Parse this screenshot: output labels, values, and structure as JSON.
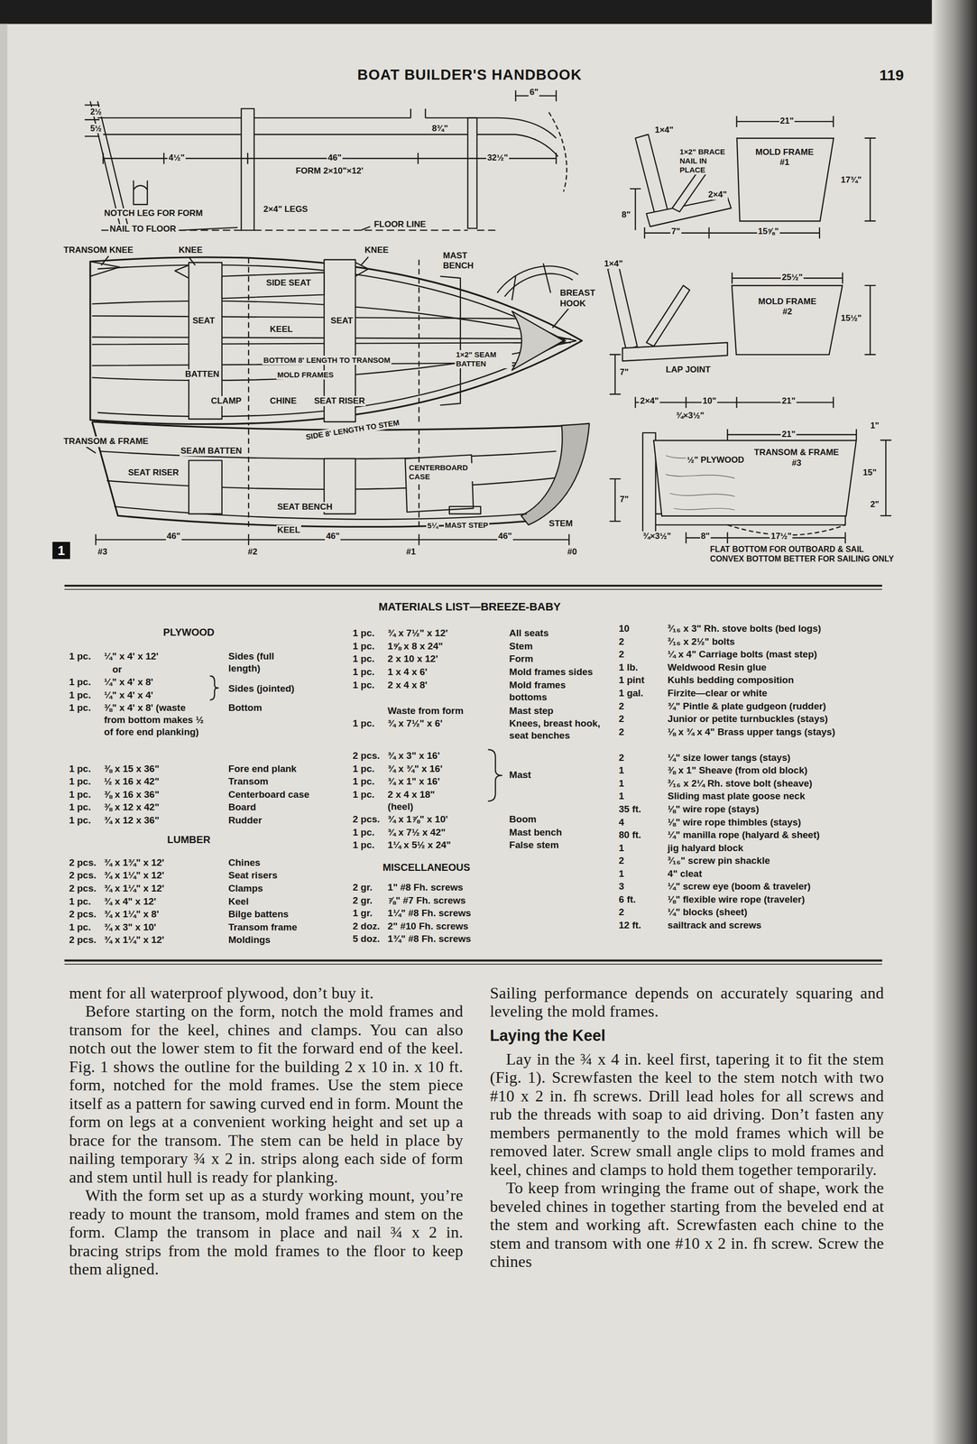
{
  "diagram": {
    "title": "BOAT BUILDER'S HANDBOOK",
    "nodes": [
      {
        "text": [
          "1"
        ]
      },
      {
        "text": [
          "MOLD FRAME #1"
        ]
      },
      {
        "text": [
          "MOLD FRAME #2"
        ]
      },
      {
        "text": [
          "TRANSOM & FRAME #3"
        ]
      }
    ],
    "labels": [
      "119",
      "2½",
      "5½",
      "4½\"",
      "46\"",
      "8¾\"",
      "32½\"",
      "6\"",
      "FORM 2×10\"×12'",
      "NOTCH LEG FOR FORM",
      "2×4\" LEGS",
      "NAIL TO FLOOR",
      "FLOOR LINE",
      "TRANSOM KNEE",
      "KNEE",
      "KNEE",
      "MAST BENCH",
      "SIDE SEAT",
      "SEAT",
      "KEEL",
      "SEAT",
      "BREAST HOOK",
      "BOTTOM 8' LENGTH TO TRANSOM",
      "MOLD FRAMES",
      "1×2\" SEAM BATTEN",
      "BATTEN",
      "CLAMP",
      "CHINE",
      "SEAT RISER",
      "TRANSOM & FRAME",
      "SEAM BATTEN",
      "SIDE 8' LENGTH TO STEM",
      "SEAT RISER",
      "CENTERBOARD CASE",
      "SEAT BENCH",
      "KEEL",
      "5¼",
      "MAST STEP",
      "STEM",
      "46\"",
      "46\"",
      "46\"",
      "#3",
      "#2",
      "#1",
      "#0",
      "21\"",
      "1×4\"",
      "1×2\" BRACE NAIL IN PLACE",
      "17¾\"",
      "2×4\"",
      "8\"",
      "7\"",
      "15⅝\"",
      "25½\"",
      "1×4\"",
      "15½\"",
      "LAP JOINT",
      "7\"",
      "2×4\"",
      "10\"",
      "21\"",
      "¾×3½\"",
      "21\"",
      "1\"",
      "½\" PLYWOOD",
      "15\"",
      "7\"",
      "2\"",
      "¾×3½\"",
      "8\"",
      "17½\"",
      "FLAT BOTTOM FOR OUTBOARD & SAIL CONVEX BOTTOM BETTER FOR SAILING ONLY",
      "MATERIALS LIST—BREEZE-BABY",
      "PLYWOOD",
      "1 pc.",
      "¼\" x 4' x 12'",
      "Sides (full length)",
      "or",
      "1 pc.",
      "¼\" x 4' x 8'",
      "1 pc.",
      "¼\" x 4' x 4'",
      "Sides (jointed)",
      "1 pc.",
      "⅜\" x 4' x 8' (waste from bottom makes ½ of fore end planking)",
      "Bottom",
      "1 pc.",
      "⅜ x 15 x 36\"",
      "Fore end plank",
      "1 pc.",
      "½ x 16 x 42\"",
      "Transom",
      "1 pc.",
      "⅜ x 16 x 36\"",
      "Centerboard case",
      "1 pc.",
      "⅜ x 12 x 42\"",
      "Board",
      "1 pc.",
      "¾ x 12 x 36\"",
      "Rudder",
      "LUMBER",
      "2 pcs.",
      "¾ x 1¾\" x 12'",
      "Chines",
      "2 pcs.",
      "¾ x 1¼\" x 12'",
      "Seat risers",
      "2 pcs.",
      "¾ x 1¼\" x 12'",
      "Clamps",
      "1 pc.",
      "¾ x 4\" x 12'",
      "Keel",
      "2 pcs.",
      "¾ x 1¼\" x 8'",
      "Bilge battens",
      "1 pc.",
      "¾ x 3\" x 10'",
      "Transom frame",
      "2 pcs.",
      "¾ x 1¼\" x 12'",
      "Moldings",
      "1 pc.",
      "¾ x 7½\" x 12'",
      "All seats",
      "1 pc.",
      "1⅝ x 8 x 24\"",
      "Stem",
      "1 pc.",
      "2 x 10 x 12'",
      "Form",
      "1 pc.",
      "1 x 4 x 6'",
      "Mold frames sides",
      "1 pc.",
      "2 x 4 x 8'",
      "Mold frames bottoms",
      "Waste from form",
      "Mast step",
      "1 pc.",
      "¾ x 7½\" x 6'",
      "Knees, breast hook, seat benches",
      "2 pcs.",
      "¾ x 3\" x 16'",
      "1 pc.",
      "¾ x ¾\" x 16'",
      "1 pc.",
      "¾ x 1\" x 16'",
      "Mast",
      "1 pc.",
      "2 x 4 x 18\" (heel)",
      "2 pcs.",
      "¾ x 1⅞\" x 10'",
      "Boom",
      "1 pc.",
      "¾ x 7½ x 42\"",
      "Mast bench",
      "1 pc.",
      "1¼ x 5½ x 24\"",
      "False stem",
      "MISCELLANEOUS",
      "2 gr.",
      "1\" #8 Fh. screws",
      "2 gr.",
      "⅞\" #7 Fh. screws",
      "1 gr.",
      "1¼\" #8 Fh. screws",
      "2 doz.",
      "2\" #10 Fh. screws",
      "5 doz.",
      "1¾\" #8 Fh. screws",
      "10",
      "³⁄₁₆ x 3\" Rh. stove bolts (bed logs)",
      "2",
      "³⁄₁₆ x 2½\" bolts",
      "2",
      "¼ x 4\" Carriage bolts (mast step)",
      "1 lb.",
      "Weldwood Resin glue",
      "1 pint",
      "Kuhls bedding composition",
      "1 gal.",
      "Firzite—clear or white",
      "2",
      "¾\" Pintle & plate gudgeon (rudder)",
      "2",
      "Junior or petite turnbuckles (stays)",
      "2",
      "⅛ x ¾ x 4\" Brass upper tangs (stays)",
      "2",
      "¼\" size lower tangs (stays)",
      "1",
      "⅜ x 1\" Sheave (from old block)",
      "1",
      "³⁄₁₆ x 2¼ Rh. stove bolt (sheave)",
      "1",
      "Sliding mast plate goose neck",
      "35 ft.",
      "⅛\" wire rope (stays)",
      "4",
      "⅛\" wire rope thimbles (stays)",
      "80 ft.",
      "¼\" manilla rope (halyard & sheet)",
      "1",
      "jig halyard block",
      "2",
      "³⁄₁₆\" screw pin shackle",
      "1",
      "4\" cleat",
      "3",
      "¼\" screw eye (boom & traveler)",
      "6 ft.",
      "⅛\" flexible wire rope (traveler)",
      "2",
      "¼\" blocks (sheet)",
      "12 ft.",
      "sailtrack and screws",
      "ment for all waterproof plywood, don’t buy it.",
      "Before starting on the form, notch the mold frames and transom for the keel, chines and clamps. You can also notch out the lower stem to fit the forward end of the keel. Fig. 1 shows the outline for the building 2 x 10 in. x 10 ft. form, notched for the mold frames. Use the stem piece itself as a pattern for sawing curved end in form. Mount the form on legs at a convenient working height and set up a brace for the transom. The stem can be held in place by nailing temporary ¾ x 2 in. strips along each side of form and stem until hull is ready for planking.",
      "With the form set up as a sturdy working mount, you’re ready to mount the transom, mold frames and stem on the form. Clamp the transom in place and nail ¾ x 2 in. bracing strips from the mold frames to the floor to keep them aligned.",
      "Sailing performance depends on accurately squaring and leveling the mold frames.",
      "Laying the Keel",
      "Lay in the ¾ x 4 in. keel first, tapering it to fit the stem (Fig. 1). Screwfasten the keel to the stem notch with two #10 x 2 in. fh screws. Drill lead holes for all screws and rub the threads with soap to aid driving. Don’t fasten any members permanently to the mold frames which will be removed later. Screw small angle clips to mold frames and keel, chines and clamps to hold them together temporarily.",
      "To keep from wringing the frame out of shape, work the beveled chines in together starting from the beveled end at the stem and working aft. Screwfasten each chine to the stem and transom with one #10 x 2 in. fh screw. Screw the chines"
    ]
  }
}
